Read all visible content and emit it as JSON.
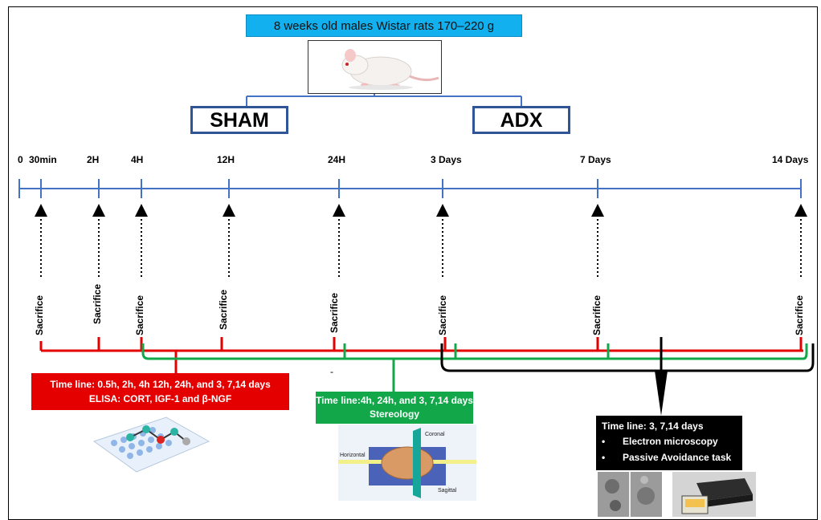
{
  "title": "8 weeks old males Wistar rats 170–220 g",
  "groups": {
    "left": "SHAM",
    "right": "ADX"
  },
  "timepoints": [
    "0",
    "30min",
    "2H",
    "4H",
    "12H",
    "24H",
    "3 Days",
    "7 Days",
    "14 Days"
  ],
  "sacrifice_label": "Sacrifice",
  "red_box": {
    "line1": "Time line: 0.5h, 2h, 4h 12h, 24h, and 3, 7,14 days",
    "line2": "ELISA: CORT, IGF-1 and β-NGF"
  },
  "green_box": {
    "line1": "Time line:4h, 24h, and 3, 7,14 days",
    "line2": "Stereology"
  },
  "black_box": {
    "line1": "Time line: 3, 7,14 days",
    "items": [
      "Electron microscopy",
      "Passive Avoidance task"
    ],
    "bullet": "•"
  },
  "brain_labels": {
    "coronal": "Coronal",
    "horizontal": "Horizontal",
    "sagittal": "Sagittal"
  },
  "stray_mark": "-",
  "colors": {
    "timeline": "#4472c4",
    "red": "#e50000",
    "green": "#12a84a",
    "black": "#000000",
    "title_bg": "#12b0ee"
  }
}
